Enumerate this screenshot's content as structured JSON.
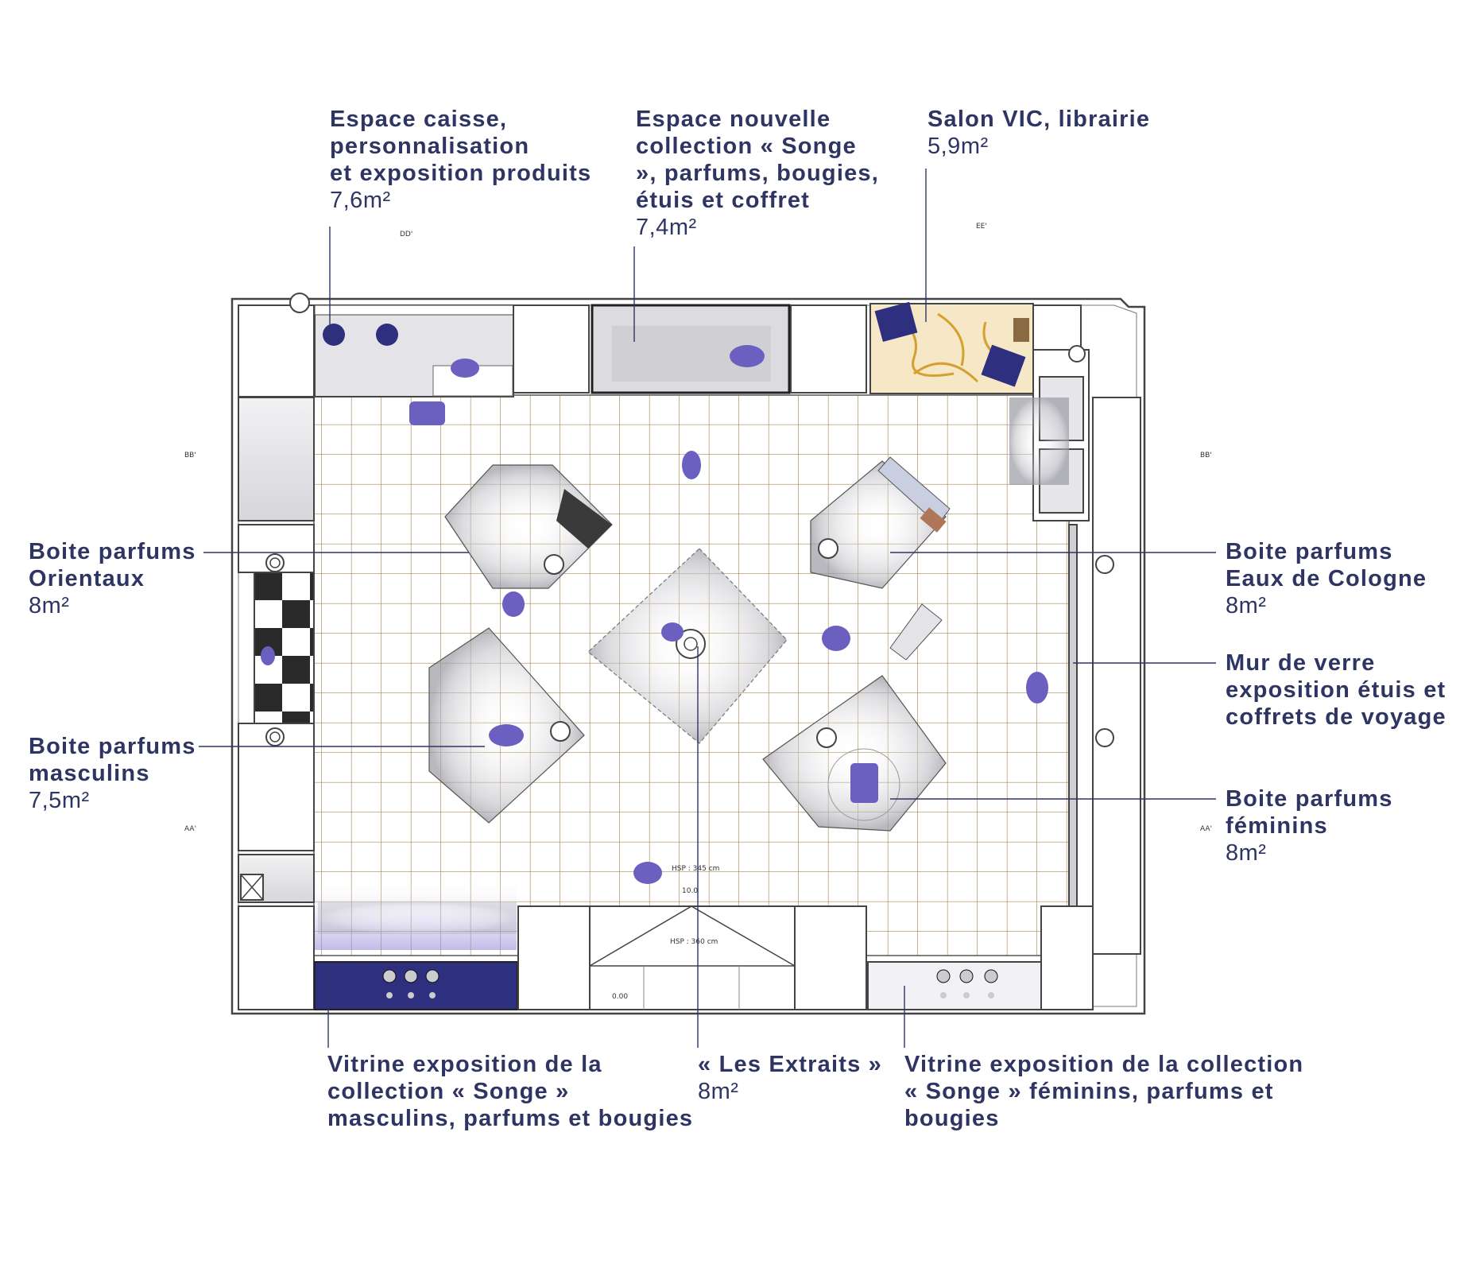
{
  "labels": {
    "caisse": {
      "title": "Espace caisse,\npersonnalisation\net exposition produits",
      "area": "7,6m²"
    },
    "nouvelle": {
      "title": "Espace nouvelle\ncollection « Songe\n», parfums, bougies,\nétuis et coffret",
      "area": "7,4m²"
    },
    "salon": {
      "title": "Salon VIC, librairie",
      "area": "5,9m²"
    },
    "orientaux": {
      "title": "Boite parfums\nOrientaux",
      "area": "8m²"
    },
    "masculins": {
      "title": "Boite parfums\nmasculins",
      "area": "7,5m²"
    },
    "cologne": {
      "title": "Boite parfums\nEaux de Cologne",
      "area": "8m²"
    },
    "verre": {
      "title": "Mur de verre\nexposition étuis et\ncoffrets de voyage",
      "area": ""
    },
    "feminins": {
      "title": "Boite parfums\nféminins",
      "area": "8m²"
    },
    "vitrine_masc": {
      "title": "Vitrine exposition de la\ncollection « Songe »\nmasculins, parfums et bougies",
      "area": ""
    },
    "extraits": {
      "title": "« Les Extraits »",
      "area": "8m²"
    },
    "vitrine_fem": {
      "title": "Vitrine exposition de la collection\n« Songe » féminins, parfums et\nbougies",
      "area": ""
    }
  },
  "plan": {
    "section_marks": [
      "DD'",
      "EE'",
      "BB'",
      "BB'",
      "AA'",
      "AA'"
    ],
    "hsp_1": "HSP : 345 cm",
    "hsp_2": "HSP : 360 cm",
    "level_1": "10.0",
    "level_2": "0.00"
  },
  "colors": {
    "accent": "#6b5fbf",
    "text": "#2e3563",
    "tile_line": "#a88a55",
    "navy": "#2f2f80"
  }
}
